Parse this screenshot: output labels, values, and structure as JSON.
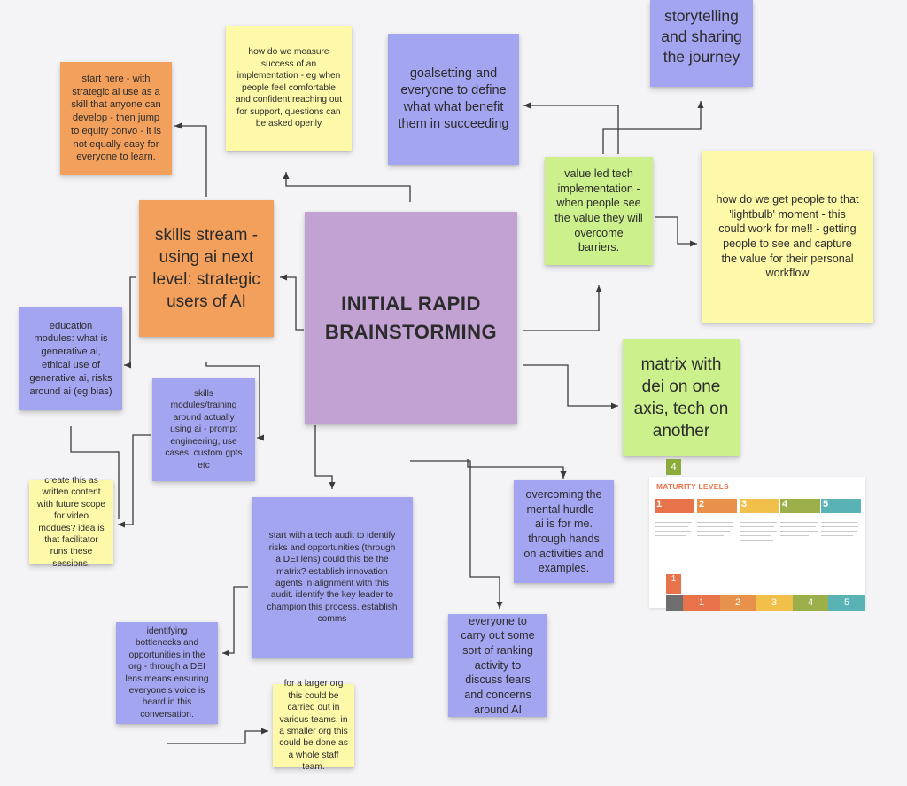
{
  "notes": {
    "storytelling": "storytelling and sharing the journey",
    "measure_success": "how do we measure success of an implementation - eg when people feel comfortable and confident reaching out for support, questions can be asked openly",
    "start_here": "start here - with strategic ai use as a skill that anyone can develop - then jump to equity convo - it is not equally easy for everyone to learn.",
    "goalsetting": "goalsetting and everyone to define what what benefit them in succeeding",
    "value_led": "value led tech implementation - when people see the value they will overcome barriers.",
    "lightbulb": "how do we get people to that 'lightbulb' moment - this could work for me!! - getting people to see and capture the value for their personal workflow",
    "skills_stream": "skills stream - using ai next level: strategic users of AI",
    "main_title": "INITIAL RAPID BRAINSTORMING",
    "education_modules": "education modules: what is generative ai, ethical use of generative ai, risks around ai (eg bias)",
    "skills_modules": "skills modules/training around actually using ai - prompt engineering, use cases, custom gpts etc",
    "matrix": "matrix with dei on one axis, tech on another",
    "written_content": "create this as written content with future scope for video modues? idea is that facilitator runs these sessions.",
    "mental_hurdle": "overcoming the mental hurdle - ai is for me. through hands on activities and examples.",
    "tech_audit": "start with a tech audit to identify risks and opportunities (through a DEI lens) could this be the matrix? establish innovation agents in alignment with this audit. identify the key leader to champion this process. establish comms",
    "ranking_activity": "everyone to carry out some sort of ranking activity to discuss fears and concerns around AI",
    "bottlenecks": "identifying bottlenecks and opportunities in the org - through a DEI lens means ensuring everyone's voice is heard in this conversation.",
    "larger_org": "for a larger org this could be carried out in various teams, in a smaller org this could be done as a whole staff team."
  },
  "maturity": {
    "title": "MATURITY LEVELS",
    "levels": [
      "1",
      "2",
      "3",
      "4",
      "5"
    ],
    "level_colors": [
      "#e8734a",
      "#e8914a",
      "#f0c04a",
      "#9bb04a",
      "#59b2b4"
    ],
    "axis_marker_top": "4",
    "axis_marker_bottom": "1"
  },
  "colors": {
    "yellow": "#fef8a9",
    "purple": "#a4a5f0",
    "orange": "#f3a05c",
    "green": "#ccf08c",
    "lilac": "#c2a1d3",
    "connector": "#3a3a3a"
  }
}
